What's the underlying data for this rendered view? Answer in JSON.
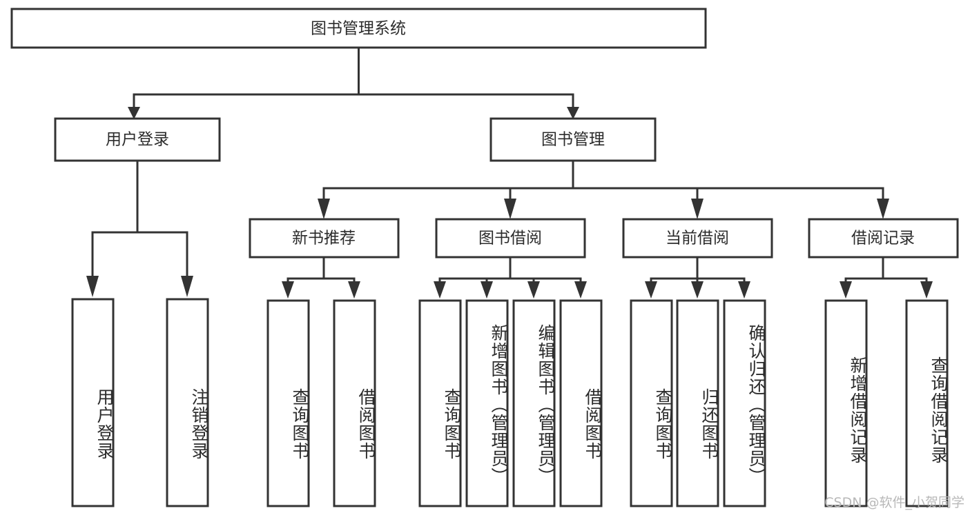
{
  "diagram": {
    "title": "图书管理系统",
    "type": "tree-hierarchy",
    "watermark": "CSDN @软件_小贺同学",
    "colors": {
      "stroke": "#333333",
      "fill": "#ffffff",
      "text": "#2b2b2b",
      "watermark": "#b8b8b8"
    },
    "levels": {
      "level1": [
        "图书管理系统"
      ],
      "level2": [
        "用户登录",
        "图书管理"
      ],
      "level3": [
        "新书推荐",
        "图书借阅",
        "当前借阅",
        "借阅记录"
      ],
      "level4": [
        "用户登录",
        "注销登录",
        "查询图书",
        "借阅图书",
        "查询图书",
        "新增图书（管理员）",
        "编辑图书（管理员）",
        "借阅图书",
        "查询图书",
        "归还图书",
        "确认归还（管理员）",
        "新增借阅记录",
        "查询借阅记录"
      ]
    },
    "nodes": {
      "root": {
        "label": "图书管理系统"
      },
      "user_login": {
        "label": "用户登录"
      },
      "book_mgmt": {
        "label": "图书管理"
      },
      "new_book_rec": {
        "label": "新书推荐"
      },
      "book_borrow": {
        "label": "图书借阅"
      },
      "current_borrow": {
        "label": "当前借阅"
      },
      "borrow_record": {
        "label": "借阅记录"
      },
      "leaf_user_login": {
        "label": "用户登录"
      },
      "leaf_logout": {
        "label": "注销登录"
      },
      "leaf_query_book_1": {
        "label": "查询图书"
      },
      "leaf_borrow_book_1": {
        "label": "借阅图书"
      },
      "leaf_query_book_2": {
        "label": "查询图书"
      },
      "leaf_add_book": {
        "label": "新增图书（管理员）"
      },
      "leaf_edit_book": {
        "label": "编辑图书（管理员）"
      },
      "leaf_borrow_book_2": {
        "label": "借阅图书"
      },
      "leaf_query_book_3": {
        "label": "查询图书"
      },
      "leaf_return_book": {
        "label": "归还图书"
      },
      "leaf_confirm_return": {
        "label": "确认归还（管理员）"
      },
      "leaf_add_record": {
        "label": "新增借阅记录"
      },
      "leaf_query_record": {
        "label": "查询借阅记录"
      }
    },
    "edges": [
      {
        "from": "root",
        "to": "user_login"
      },
      {
        "from": "root",
        "to": "book_mgmt"
      },
      {
        "from": "user_login",
        "to": "leaf_user_login"
      },
      {
        "from": "user_login",
        "to": "leaf_logout"
      },
      {
        "from": "book_mgmt",
        "to": "new_book_rec"
      },
      {
        "from": "book_mgmt",
        "to": "book_borrow"
      },
      {
        "from": "book_mgmt",
        "to": "current_borrow"
      },
      {
        "from": "book_mgmt",
        "to": "borrow_record"
      },
      {
        "from": "new_book_rec",
        "to": "leaf_query_book_1"
      },
      {
        "from": "new_book_rec",
        "to": "leaf_borrow_book_1"
      },
      {
        "from": "book_borrow",
        "to": "leaf_query_book_2"
      },
      {
        "from": "book_borrow",
        "to": "leaf_add_book"
      },
      {
        "from": "book_borrow",
        "to": "leaf_edit_book"
      },
      {
        "from": "book_borrow",
        "to": "leaf_borrow_book_2"
      },
      {
        "from": "current_borrow",
        "to": "leaf_query_book_3"
      },
      {
        "from": "current_borrow",
        "to": "leaf_return_book"
      },
      {
        "from": "current_borrow",
        "to": "leaf_confirm_return"
      },
      {
        "from": "borrow_record",
        "to": "leaf_add_record"
      },
      {
        "from": "borrow_record",
        "to": "leaf_query_record"
      }
    ]
  }
}
